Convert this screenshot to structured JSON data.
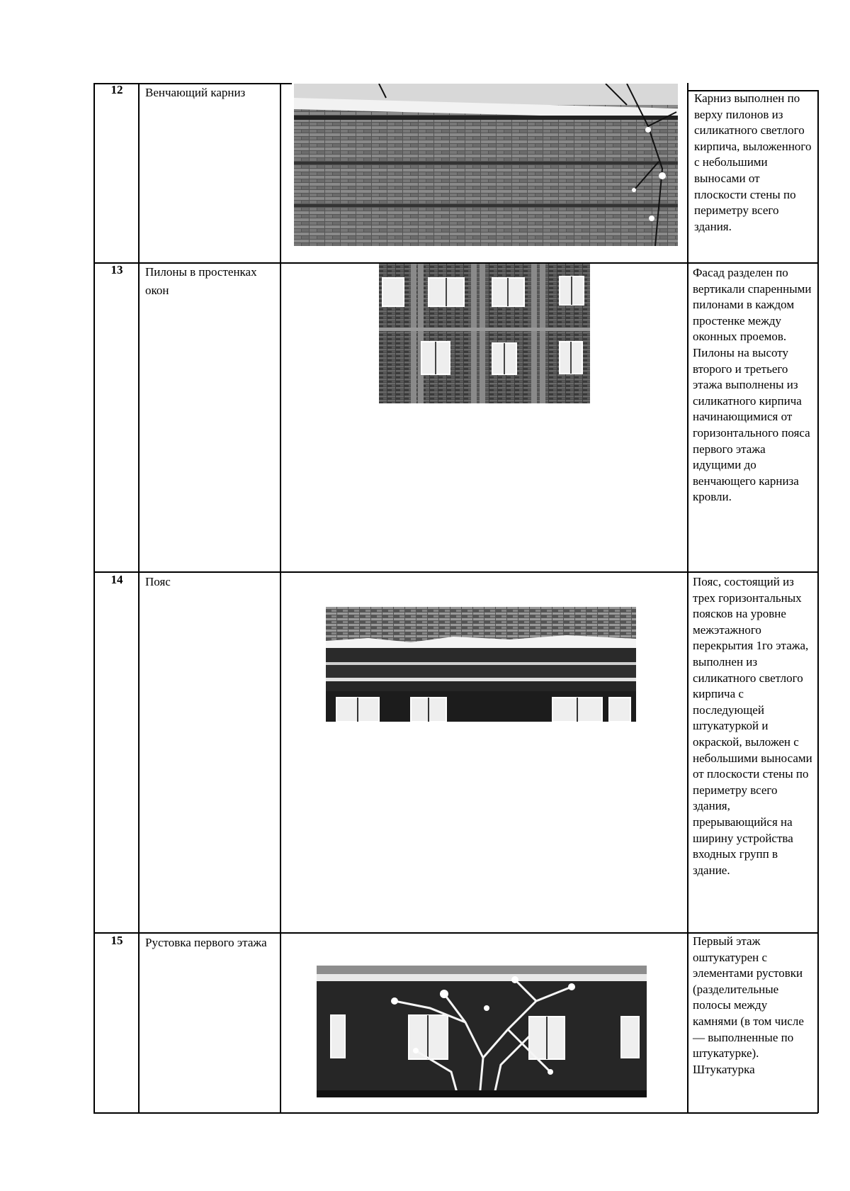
{
  "rows": [
    {
      "number": "12",
      "name": "Венчающий карниз",
      "photo": "cornice-photo",
      "description": "Карниз выполнен по верху пилонов из силикатного светлого кирпича, выложенного с небольшими выносами от плоскости стены по периметру всего здания."
    },
    {
      "number": "13",
      "name": "Пилоны в простенках окон",
      "photo": "pylons-photo",
      "description": "Фасад разделен по вертикали спаренными пилонами в каждом простенке между оконных проемов. Пилоны на высоту второго и третьего этажа выполнены из силикатного кирпича начинающимися от горизонтального пояса первого этажа идущими до венчающего карниза кровли."
    },
    {
      "number": "14",
      "name": "Пояс",
      "photo": "belt-photo",
      "description": "Пояс, состоящий из трех горизонтальных поясков на уровне межэтажного перекрытия 1го этажа, выполнен из силикатного светлого кирпича с последующей штукатуркой и окраской, выложен с небольшими выносами от плоскости стены по периметру всего здания, прерывающийся на ширину устройства входных групп в здание."
    },
    {
      "number": "15",
      "name": "Рустовка первого этажа",
      "photo": "rustication-photo",
      "description": "Первый этаж оштукатурен с элементами рустовки (разделительные полосы между камнями (в том числе — выполненные по штукатурке). Штукатурка"
    }
  ]
}
